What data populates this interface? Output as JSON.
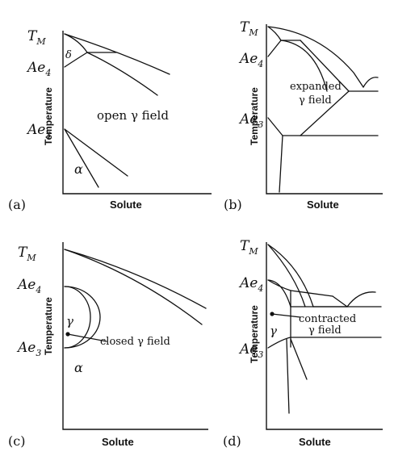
{
  "panels": {
    "a": {
      "tag": "(a)",
      "xlabel": "Solute",
      "ylabel": "Temperature",
      "labels": {
        "tm": "T",
        "tm_sub": "M",
        "ae4": "Ae",
        "ae4_sub": "4",
        "ae3": "Ae",
        "ae3_sub": "3",
        "delta": "δ",
        "alpha": "α",
        "field": "open γ field"
      }
    },
    "b": {
      "tag": "(b)",
      "xlabel": "Solute",
      "ylabel": "Temperature",
      "labels": {
        "tm": "T",
        "tm_sub": "M",
        "ae4": "Ae",
        "ae4_sub": "4",
        "ae3": "Ae",
        "ae3_sub": "3",
        "field_line1": "expanded",
        "field_line2": "γ field"
      }
    },
    "c": {
      "tag": "(c)",
      "xlabel": "Solute",
      "ylabel": "Temperature",
      "labels": {
        "tm": "T",
        "tm_sub": "M",
        "ae4": "Ae",
        "ae4_sub": "4",
        "ae3": "Ae",
        "ae3_sub": "3",
        "gamma": "γ",
        "alpha": "α",
        "field": "closed γ field"
      }
    },
    "d": {
      "tag": "(d)",
      "xlabel": "Solute",
      "ylabel": "Temperature",
      "labels": {
        "tm": "T",
        "tm_sub": "M",
        "ae4": "Ae",
        "ae4_sub": "4",
        "ae3": "Ae",
        "ae3_sub": "3",
        "gamma": "γ",
        "field_line1": "contracted",
        "field_line2": "γ field"
      }
    }
  }
}
